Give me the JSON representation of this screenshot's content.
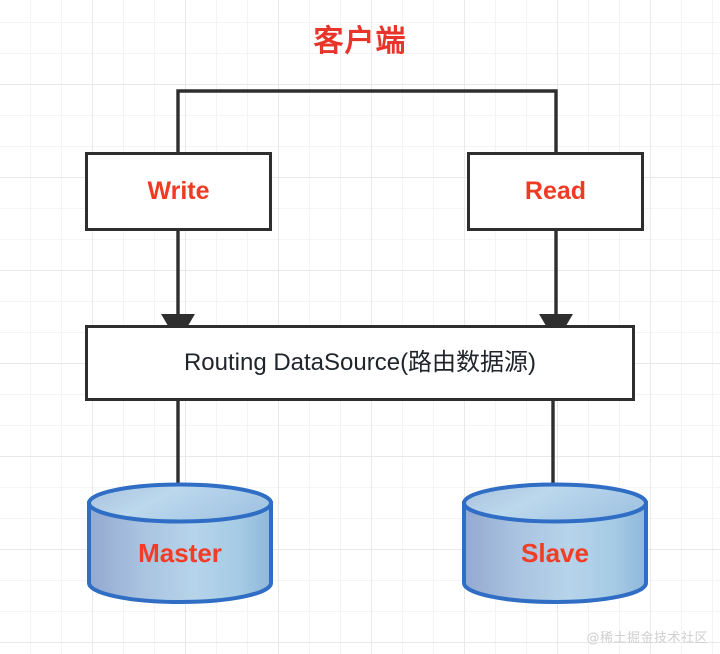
{
  "diagram": {
    "title": "客户端",
    "title_color": "#e8342a",
    "accent_red": "#ef3b24",
    "stroke_dark": "#2e2e2e",
    "db_stroke": "#2f6ec4",
    "nodes": {
      "write": {
        "label": "Write"
      },
      "read": {
        "label": "Read"
      },
      "routing": {
        "label": "Routing DataSource(路由数据源)"
      },
      "master": {
        "label": "Master"
      },
      "slave": {
        "label": "Slave"
      }
    },
    "connections": [
      {
        "from": "客户端",
        "to": "Write"
      },
      {
        "from": "客户端",
        "to": "Read"
      },
      {
        "from": "Write",
        "to": "Routing DataSource(路由数据源)"
      },
      {
        "from": "Read",
        "to": "Routing DataSource(路由数据源)"
      },
      {
        "from": "Routing DataSource(路由数据源)",
        "to": "Master"
      },
      {
        "from": "Routing DataSource(路由数据源)",
        "to": "Slave"
      }
    ]
  },
  "watermark": {
    "text": "@稀土掘金技术社区"
  }
}
